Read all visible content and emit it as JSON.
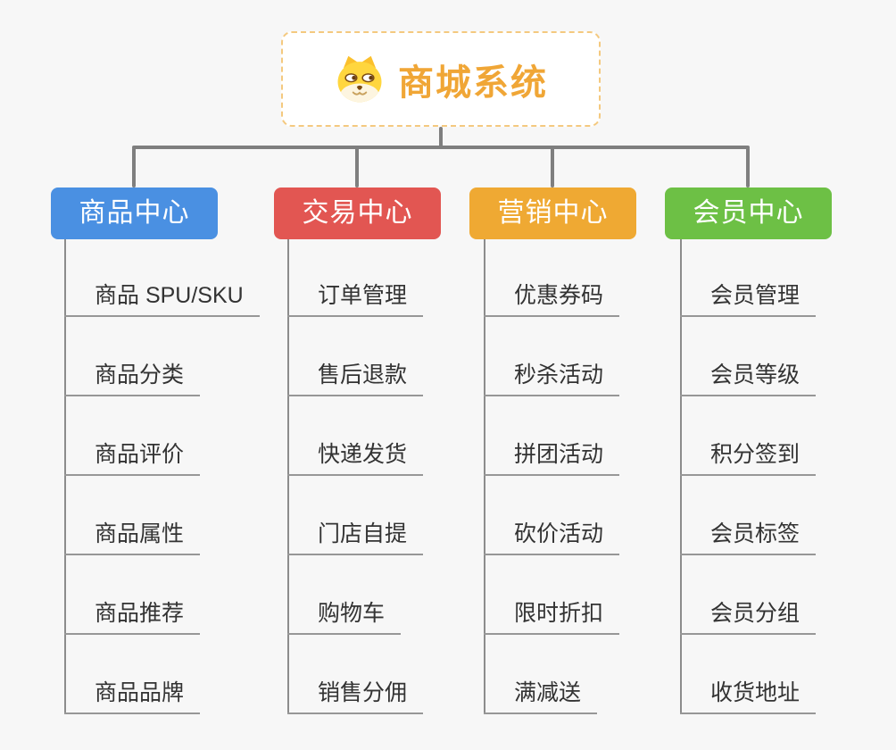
{
  "page": {
    "background_color": "#f7f7f7",
    "connector_color": "#7f7f7f",
    "child_line_color": "#979797",
    "child_text_color": "#333333"
  },
  "root": {
    "title": "商城系统",
    "icon": "dog-face-icon",
    "text_color": "#f0a636",
    "border_color": "#f4c97f",
    "background_color": "#ffffff"
  },
  "branches": [
    {
      "label": "商品中心",
      "color": "#4a90e2",
      "children": [
        "商品 SPU/SKU",
        "商品分类",
        "商品评价",
        "商品属性",
        "商品推荐",
        "商品品牌"
      ]
    },
    {
      "label": "交易中心",
      "color": "#e25652",
      "children": [
        "订单管理",
        "售后退款",
        "快递发货",
        "门店自提",
        "购物车",
        "销售分佣"
      ]
    },
    {
      "label": "营销中心",
      "color": "#efa933",
      "children": [
        "优惠券码",
        "秒杀活动",
        "拼团活动",
        "砍价活动",
        "限时折扣",
        "满减送"
      ]
    },
    {
      "label": "会员中心",
      "color": "#6dc045",
      "children": [
        "会员管理",
        "会员等级",
        "积分签到",
        "会员标签",
        "会员分组",
        "收货地址"
      ]
    }
  ]
}
